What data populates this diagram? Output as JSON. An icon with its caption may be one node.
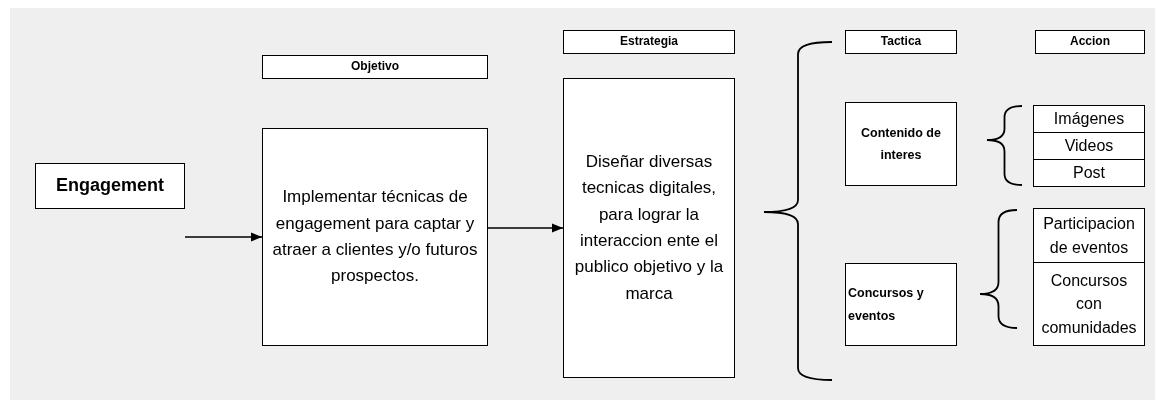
{
  "diagram": {
    "nodes": [
      {
        "text": [
          "Engagement"
        ]
      },
      {
        "text": [
          "Objetivo"
        ]
      },
      {
        "text": [
          "Implementar técnicas de engagement para captar y atraer a clientes y/o futuros prospectos."
        ]
      },
      {
        "text": [
          "Estrategia"
        ]
      },
      {
        "text": [
          "Diseñar diversas tecnicas digitales, para lograr la interaccion ente el publico objetivo y la marca"
        ]
      },
      {
        "text": [
          "Tactica"
        ]
      },
      {
        "text": [
          "Contenido de interes"
        ]
      },
      {
        "text": [
          "Concursos y eventos"
        ]
      },
      {
        "text": [
          "Accion"
        ]
      },
      {
        "text": [
          "Imágenes"
        ]
      },
      {
        "text": [
          "Videos"
        ]
      },
      {
        "text": [
          "Post"
        ]
      },
      {
        "text": [
          "Participacion de eventos"
        ]
      },
      {
        "text": [
          "Concursos con comunidades"
        ]
      }
    ],
    "edges": [
      {
        "from": 0,
        "to": 2,
        "arrow": "to"
      },
      {
        "from": 2,
        "to": 4,
        "arrow": "to"
      }
    ]
  }
}
